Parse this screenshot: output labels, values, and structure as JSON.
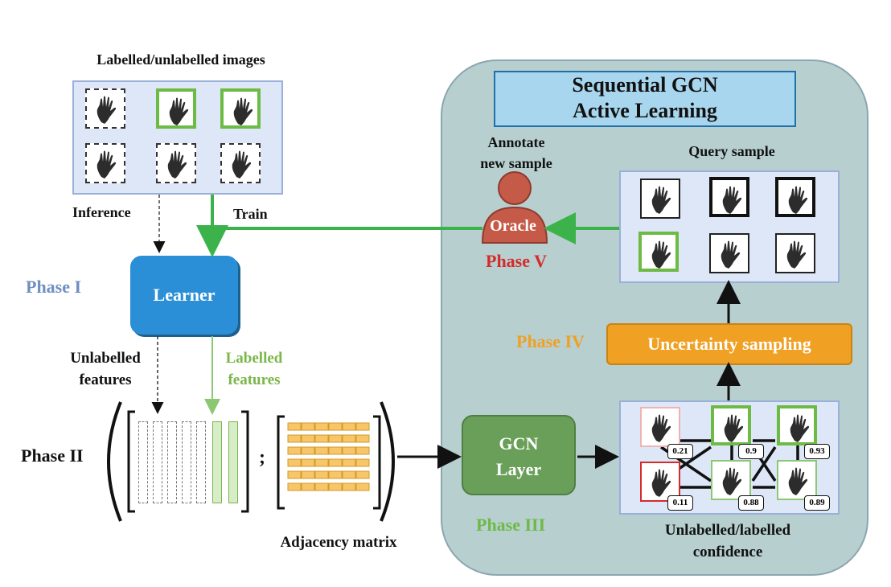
{
  "labels": {
    "images_title": "Labelled/unlabelled images",
    "inference": "Inference",
    "train": "Train",
    "phase1": "Phase I",
    "learner": "Learner",
    "unlabelled_features": "Unlabelled\nfeatures",
    "labelled_features": "Labelled\nfeatures",
    "phase2": "Phase II",
    "semicolon": ";",
    "adjacency": "Adjacency matrix",
    "sgcn_title": "Sequential GCN\nActive Learning",
    "annotate": "Annotate\nnew sample",
    "oracle": "Oracle",
    "phase5": "Phase V",
    "query_sample": "Query sample",
    "phase4": "Phase IV",
    "uncertainty": "Uncertainty sampling",
    "gcn_layer": "GCN\nLayer",
    "phase3": "Phase III",
    "confidence": "Unlabelled/labelled\nconfidence"
  },
  "confidences": [
    "0.21",
    "0.9",
    "0.93",
    "0.11",
    "0.88",
    "0.89"
  ],
  "colors": {
    "phase1": "#6f8fc0",
    "phase2": "#111111",
    "phase3": "#6dbb45",
    "phase4": "#f0a023",
    "phase5": "#d42b2b",
    "learner": "#2a8fd6",
    "gcn": "#6a9f5a",
    "uncertainty": "#f0a023",
    "oracle": "#c65a48",
    "sgcn_bg": "#b7cfcf",
    "title_box": "#a8d6ee",
    "train_arrow": "#3bb34a",
    "labelled_text": "#7ab648"
  },
  "icons": {
    "hand": "hand-icon",
    "person": "person-icon"
  }
}
